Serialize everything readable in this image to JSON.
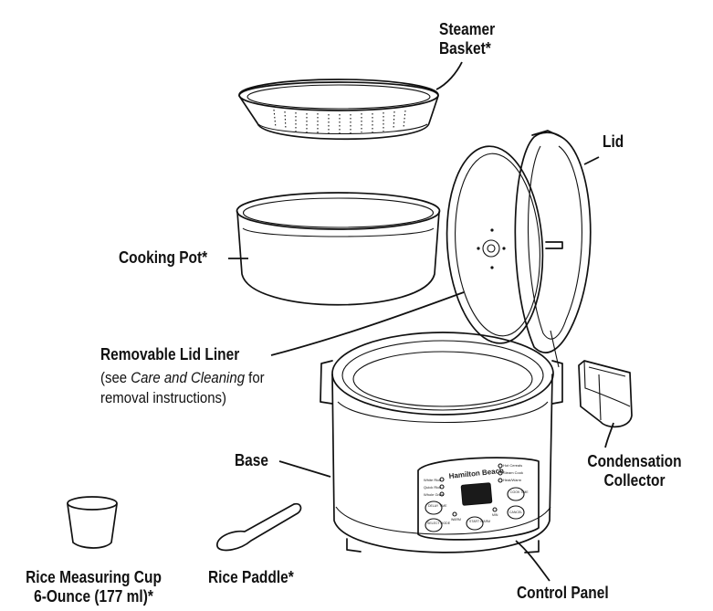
{
  "labels": {
    "steamer_basket": [
      "Steamer",
      "Basket*"
    ],
    "lid": "Lid",
    "cooking_pot": "Cooking Pot*",
    "removable_lid_liner": "Removable Lid Liner",
    "lid_liner_note_prefix": "(see ",
    "lid_liner_note_italic": "Care and Cleaning",
    "lid_liner_note_suffix": " for",
    "lid_liner_note_line2": "removal instructions)",
    "base": "Base",
    "condensation_collector": [
      "Condensation",
      "Collector"
    ],
    "rice_measuring_cup": [
      "Rice Measuring Cup",
      "6-Ounce (177 ml)*"
    ],
    "rice_paddle": "Rice Paddle*",
    "control_panel": "Control Panel"
  },
  "control_panel_text": {
    "brand": "Hamilton Beach",
    "left_modes": [
      "White Rice",
      "Quick Rice",
      "Whole Grain"
    ],
    "right_modes": [
      "Hot Cereals",
      "Steam Cook",
      "Heat/Warm"
    ],
    "buttons": [
      "DELAY TIME",
      "SELECT MODE",
      "COOK TIME",
      "CANCEL",
      "START WARM"
    ],
    "indicators": [
      "WARM",
      "MIN"
    ]
  },
  "colors": {
    "line": "#111111",
    "background": "#ffffff",
    "panel_display": "#1a1a1a"
  }
}
